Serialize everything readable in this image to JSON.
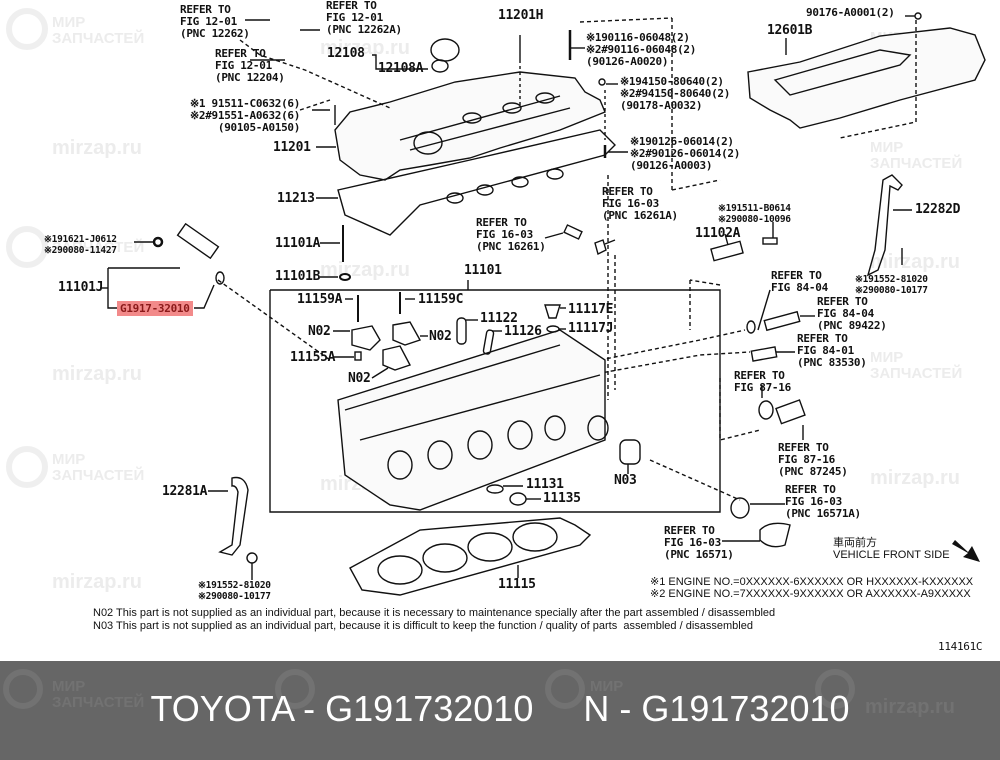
{
  "diagram": {
    "figure_id": "114161C",
    "highlighted_part": "G1917-32010",
    "highlight_color": "#f28a8a",
    "watermarks": {
      "brand_line1": "МИР",
      "brand_line2": "ЗАПЧАСТЕЙ",
      "site": "mirzap.ru"
    },
    "callouts": {
      "refer_12262": {
        "l1": "REFER TO",
        "l2": "FIG 12-01",
        "l3": "(PNC 12262)"
      },
      "refer_12262a": {
        "l1": "REFER TO",
        "l2": "FIG 12-01",
        "l3": "(PNC 12262A)"
      },
      "refer_12204": {
        "l1": "REFER TO",
        "l2": "FIG 12-01",
        "l3": "(PNC 12204)"
      },
      "bolt_91511": {
        "l1": "※1 91511-C0632(6)",
        "l2": "※2#91551-A0632(6)",
        "l3": "(90105-A0150)"
      },
      "p11201": "11201",
      "p11201h": "11201H",
      "p12108": "12108",
      "p12108a": "12108A",
      "stud_90116": {
        "l1": "※190116-06048(2)",
        "l2": "※2#90116-06048(2)",
        "l3": "(90126-A0020)"
      },
      "nut_94150": {
        "l1": "※194150-80640(2)",
        "l2": "※2#94150-80640(2)",
        "l3": "(90178-A0032)"
      },
      "stud_90126": {
        "l1": "※190126-06014(2)",
        "l2": "※2#90126-06014(2)",
        "l3": "(90126-A0003)"
      },
      "p90176": "90176-A0001(2)",
      "p12601b": "12601B",
      "p11213": "11213",
      "bolt_91621": {
        "l1": "※191621-J0612",
        "l2": "※290080-11427"
      },
      "p11101j": "11101J",
      "p11101a": "11101A",
      "p11101b": "11101B",
      "p11101": "11101",
      "refer_16261": {
        "l1": "REFER TO",
        "l2": "FIG 16-03",
        "l3": "(PNC 16261)"
      },
      "refer_16261a": {
        "l1": "REFER TO",
        "l2": "FIG 16-03",
        "l3": "(PNC 16261A)"
      },
      "bolt_91511b": {
        "l1": "※191511-B0614",
        "l2": "※290080-10096"
      },
      "p11102a": "11102A",
      "p12282d": "12282D",
      "bolt_91552_r": {
        "l1": "※191552-81020",
        "l2": "※290080-10177"
      },
      "p11159a": "11159A",
      "p11159c": "11159C",
      "p11122": "11122",
      "p11126": "11126",
      "p11117e": "11117E",
      "p11117j": "11117J",
      "n02_a": "N02",
      "n02_b": "N02",
      "n02_c": "N02",
      "p11155a": "11155A",
      "refer_84_04a": {
        "l1": "REFER TO",
        "l2": "FIG 84-04"
      },
      "refer_89422": {
        "l1": "REFER TO",
        "l2": "FIG 84-04",
        "l3": "(PNC 89422)"
      },
      "refer_83530": {
        "l1": "REFER TO",
        "l2": "FIG 84-01",
        "l3": "(PNC 83530)"
      },
      "refer_87_16": {
        "l1": "REFER TO",
        "l2": "FIG 87-16"
      },
      "refer_87245": {
        "l1": "REFER TO",
        "l2": "FIG 87-16",
        "l3": "(PNC 87245)"
      },
      "refer_16571a": {
        "l1": "REFER TO",
        "l2": "FIG 16-03",
        "l3": "(PNC 16571A)"
      },
      "refer_16571": {
        "l1": "REFER TO",
        "l2": "FIG 16-03",
        "l3": "(PNC 16571)"
      },
      "n03": "N03",
      "p11131": "11131",
      "p11135": "11135",
      "p12281a": "12281A",
      "bolt_91552_l": {
        "l1": "※191552-81020",
        "l2": "※290080-10177"
      },
      "p11115": "11115",
      "front_jp": "車両前方",
      "front_en": "VEHICLE FRONT SIDE"
    },
    "engine_notes": [
      "※1 ENGINE NO.=0XXXXXX-6XXXXXX OR HXXXXXX-KXXXXXX",
      "※2 ENGINE NO.=7XXXXXX-9XXXXXX OR AXXXXXX-A9XXXXX"
    ],
    "part_notes": [
      "N02 This part is not supplied as an individual part, because it is necessary to maintenance specially after the part assembled / disassembled",
      "N03 This part is not supplied as an individual part, because it is difficult to keep the function / quality of parts  assembled / disassembled"
    ]
  },
  "footer": {
    "title": "TOYOTA - G191732010     N - G191732010",
    "background": "#666666"
  }
}
